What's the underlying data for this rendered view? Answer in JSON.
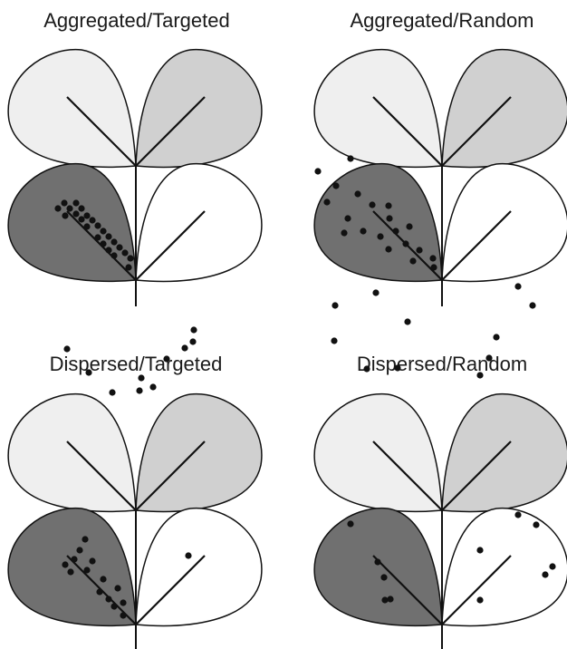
{
  "colors": {
    "upper_left_leaf": "#efefef",
    "upper_right_leaf": "#d0d0d0",
    "lower_left_leaf": "#707070",
    "lower_right_leaf": "#ffffff",
    "outline": "#111111",
    "dot": "#111111"
  },
  "panels": [
    {
      "title": "Aggregated/Targeted",
      "dots": {
        "upper_left": [],
        "upper_right": [],
        "lower_left": [
          [
            -86,
            -79
          ],
          [
            -79,
            -85
          ],
          [
            -73,
            -79
          ],
          [
            -66,
            -85
          ],
          [
            -60,
            -79
          ],
          [
            -54,
            -71
          ],
          [
            -48,
            -66
          ],
          [
            -42,
            -60
          ],
          [
            -36,
            -54
          ],
          [
            -30,
            -48
          ],
          [
            -24,
            -42
          ],
          [
            -18,
            -36
          ],
          [
            -12,
            -30
          ],
          [
            -6,
            -24
          ],
          [
            -8,
            -14
          ],
          [
            -60,
            -67
          ],
          [
            -54,
            -59
          ],
          [
            -66,
            -73
          ],
          [
            -42,
            -47
          ],
          [
            -30,
            -33
          ],
          [
            -24,
            -27
          ],
          [
            -36,
            -40
          ],
          [
            -78,
            -71
          ]
        ],
        "lower_right": []
      }
    },
    {
      "title": "Aggregated/Random",
      "dots": {
        "upper_left": [],
        "upper_right": [],
        "lower_left": [
          [
            -101,
            -134
          ],
          [
            -137,
            -120
          ],
          [
            -117,
            -104
          ],
          [
            -93,
            -95
          ],
          [
            -127,
            -86
          ],
          [
            -77,
            -83
          ],
          [
            -104,
            -68
          ],
          [
            -59,
            -82
          ],
          [
            -87,
            -54
          ],
          [
            -58,
            -68
          ],
          [
            -108,
            -52
          ],
          [
            -68,
            -48
          ],
          [
            -51,
            -54
          ],
          [
            -36,
            -59
          ],
          [
            -40,
            -40
          ],
          [
            -59,
            -34
          ],
          [
            -25,
            -33
          ],
          [
            -32,
            -21
          ],
          [
            -10,
            -24
          ],
          [
            -9,
            -14
          ]
        ],
        "lower_right": []
      }
    },
    {
      "title": "Dispersed/Targeted",
      "dots": {
        "upper_left": [
          [
            -76,
            -178
          ],
          [
            -52,
            -152
          ],
          [
            -26,
            -130
          ]
        ],
        "upper_right": [
          [
            64,
            -199
          ],
          [
            63,
            -186
          ],
          [
            54,
            -179
          ],
          [
            34,
            -167
          ],
          [
            19,
            -136
          ],
          [
            6,
            -146
          ],
          [
            4,
            -132
          ]
        ],
        "lower_left": [
          [
            -56,
            -94
          ],
          [
            -62,
            -82
          ],
          [
            -68,
            -72
          ],
          [
            -78,
            -66
          ],
          [
            -72,
            -58
          ],
          [
            -48,
            -70
          ],
          [
            -54,
            -60
          ],
          [
            -36,
            -50
          ],
          [
            -40,
            -36
          ],
          [
            -30,
            -28
          ],
          [
            -20,
            -40
          ],
          [
            -24,
            -20
          ],
          [
            -14,
            -10
          ],
          [
            -14,
            -24
          ]
        ],
        "lower_right": [
          [
            58,
            -76
          ]
        ]
      }
    },
    {
      "title": "Dispersed/Random",
      "dots": {
        "upper_left": [
          [
            -73,
            -240
          ],
          [
            -118,
            -226
          ],
          [
            -119,
            -187
          ],
          [
            -38,
            -208
          ],
          [
            -83,
            -156
          ],
          [
            -49,
            -157
          ]
        ],
        "upper_right": [
          [
            84,
            -247
          ],
          [
            100,
            -226
          ],
          [
            60,
            -191
          ],
          [
            52,
            -168
          ],
          [
            42,
            -149
          ]
        ],
        "lower_left": [
          [
            -101,
            -111
          ],
          [
            -71,
            -69
          ],
          [
            -64,
            -52
          ],
          [
            -63,
            -27
          ],
          [
            -57,
            -28
          ]
        ],
        "lower_right": [
          [
            84,
            -121
          ],
          [
            104,
            -110
          ],
          [
            42,
            -82
          ],
          [
            122,
            -64
          ],
          [
            114,
            -55
          ],
          [
            42,
            -27
          ]
        ]
      }
    }
  ]
}
